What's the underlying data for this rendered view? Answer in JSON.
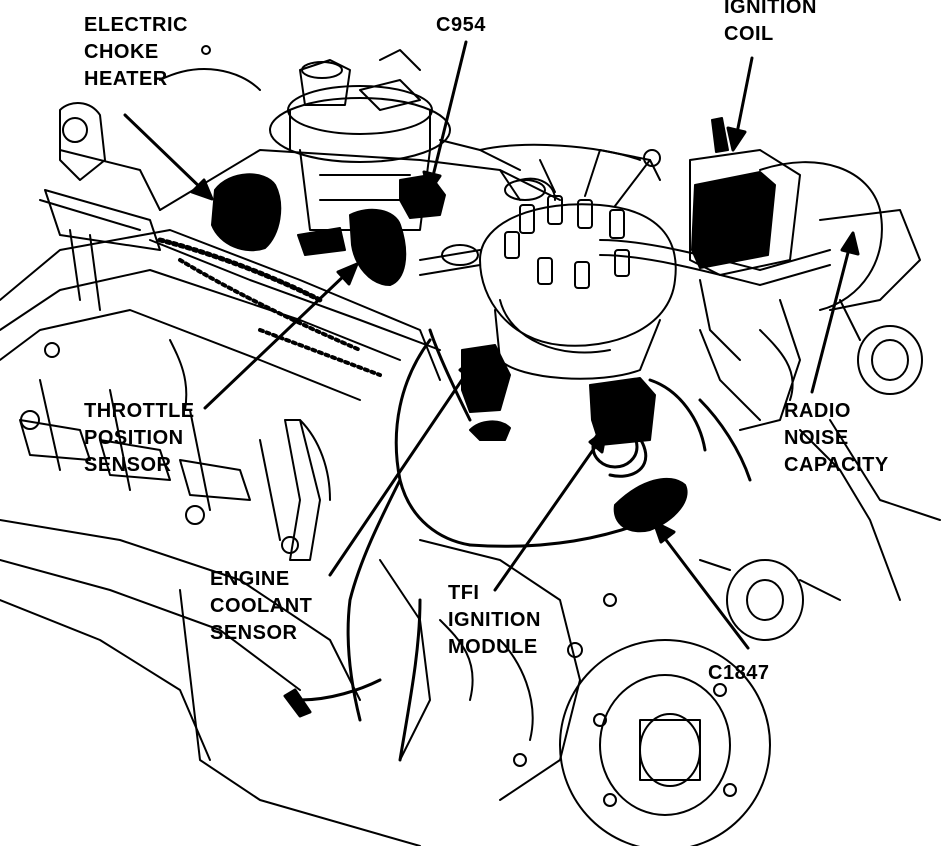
{
  "labels": {
    "electric_choke_heater": [
      "ELECTRIC",
      "CHOKE",
      "HEATER"
    ],
    "c954": "C954",
    "ignition_coil": [
      "IGNITION",
      "COIL"
    ],
    "throttle_position_sensor": [
      "THROTTLE",
      "POSITION",
      "SENSOR"
    ],
    "radio_noise_capacity": [
      "RADIO",
      "NOISE",
      "CAPACITY"
    ],
    "engine_coolant_sensor": [
      "ENGINE",
      "COOLANT",
      "SENSOR"
    ],
    "tfi_ignition_module": [
      "TFI",
      "IGNITION",
      "MODULE"
    ],
    "c1847": "C1847"
  },
  "colors": {
    "ink": "#000000",
    "paper": "#ffffff"
  }
}
